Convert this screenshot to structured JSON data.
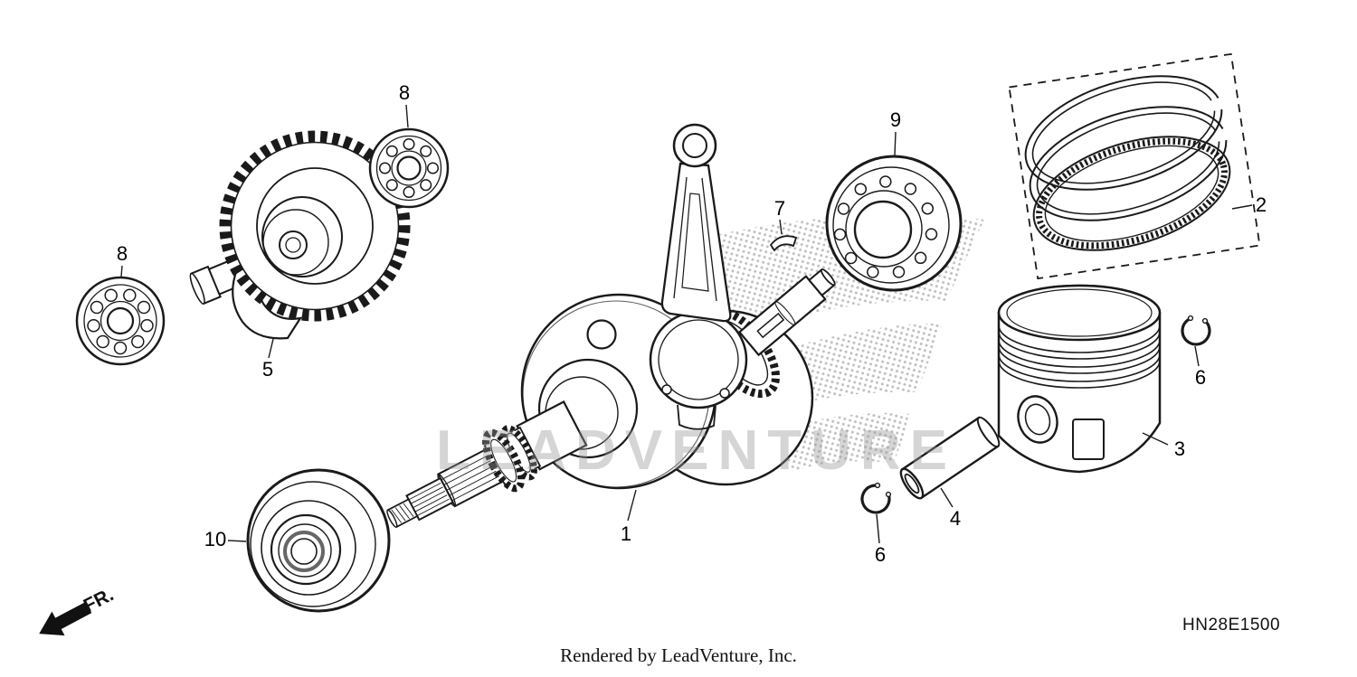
{
  "diagram": {
    "code": "HN28E1500",
    "credit": "Rendered by LeadVenture, Inc.",
    "front_indicator": "FR.",
    "watermark": "LEADVENTURE",
    "colors": {
      "background": "#ffffff",
      "line": "#1a1a1a",
      "watermark_halftone": "#c0c0c0"
    }
  },
  "callouts": [
    {
      "text": "1"
    },
    {
      "text": "2"
    },
    {
      "text": "3"
    },
    {
      "text": "4"
    },
    {
      "text": "5"
    },
    {
      "text": "6"
    },
    {
      "text": "6"
    },
    {
      "text": "7"
    },
    {
      "text": "8"
    },
    {
      "text": "8"
    },
    {
      "text": "9"
    },
    {
      "text": "10"
    }
  ]
}
